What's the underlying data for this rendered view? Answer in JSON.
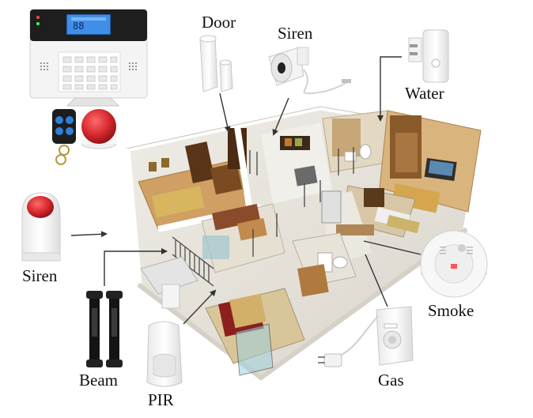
{
  "labels": {
    "door": "Door",
    "siren_top": "Siren",
    "water": "Water",
    "siren_left": "Siren",
    "smoke": "Smoke",
    "beam": "Beam",
    "pir": "PIR",
    "gas": "Gas"
  },
  "panel": {
    "lcd_digits": "88"
  },
  "colors": {
    "panel_body": "#f4f4f4",
    "panel_top": "#1e1e1e",
    "lcd": "#3f8fe8",
    "siren_red": "#d2262c",
    "remote": "#1d1d1d",
    "floor": "#e7e4dc",
    "wood": "#b77e42",
    "wall": "#fafafa",
    "bed_red": "#8e1f1f",
    "arrow": "#333333"
  },
  "icons": [
    "alarm-panel-icon",
    "remote-keyfob-icon",
    "siren-icon",
    "door-sensor-icon",
    "water-sensor-icon",
    "smoke-detector-icon",
    "gas-detector-icon",
    "beam-sensor-icon",
    "pir-sensor-icon",
    "house-floorplan-icon"
  ]
}
